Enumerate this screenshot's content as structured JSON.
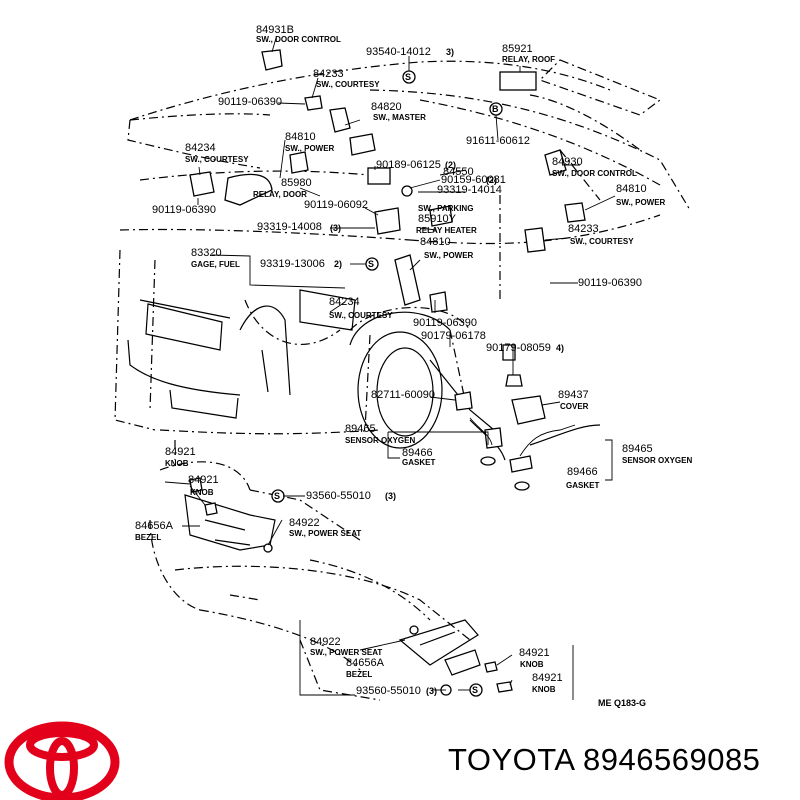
{
  "diagram": {
    "code": "ME  Q183-G",
    "callouts": [
      {
        "part_no": "84931B",
        "name": "SW., DOOR CONTROL"
      },
      {
        "part_no": "93540-14012",
        "ref": "3)"
      },
      {
        "part_no": "85921",
        "name": "RELAY, ROOF"
      },
      {
        "part_no": "84233",
        "name": "SW., COURTESY"
      },
      {
        "part_no": "90119-06390"
      },
      {
        "part_no": "84820",
        "name": "SW., MASTER"
      },
      {
        "part_no": "84234",
        "name": "SW., COURTESY"
      },
      {
        "part_no": "84810",
        "name": "SW., POWER"
      },
      {
        "part_no": "91611-60612"
      },
      {
        "part_no": "90189-06125",
        "ref": "(2)"
      },
      {
        "part_no": "84930",
        "name": "SW., DOOR CONTROL"
      },
      {
        "part_no": "85980",
        "name": "RELAY, DOOR"
      },
      {
        "part_no": "90159-60081",
        "ref": "(2)"
      },
      {
        "part_no": "84550",
        "name": "SW., PARKING"
      },
      {
        "part_no": "93319-14014"
      },
      {
        "part_no": "84810",
        "name": "SW., POWER"
      },
      {
        "part_no": "90119-06390"
      },
      {
        "part_no": "90119-06092"
      },
      {
        "part_no": "85910Y",
        "name": "RELAY HEATER"
      },
      {
        "part_no": "84233",
        "name": "SW., COURTESY"
      },
      {
        "part_no": "93319-14008",
        "ref": "(3)"
      },
      {
        "part_no": "83320",
        "name": "GAGE, FUEL"
      },
      {
        "part_no": "93319-13006",
        "ref": "2)"
      },
      {
        "part_no": "84810",
        "name": "SW., POWER"
      },
      {
        "part_no": "90119-06390"
      },
      {
        "part_no": "84234",
        "name": "SW., COURTESY"
      },
      {
        "part_no": "90119-06390"
      },
      {
        "part_no": "90179-06178"
      },
      {
        "part_no": "90179-08059",
        "ref": "4)"
      },
      {
        "part_no": "82711-60090"
      },
      {
        "part_no": "89437",
        "name": "COVER"
      },
      {
        "part_no": "89465",
        "name": "SENSOR OXYGEN"
      },
      {
        "part_no": "89466",
        "name": "GASKET"
      },
      {
        "part_no": "89465",
        "name": "SENSOR OXYGEN"
      },
      {
        "part_no": "89466",
        "name": "GASKET"
      },
      {
        "part_no": "84921",
        "name": "KNOB"
      },
      {
        "part_no": "84921",
        "name": "KNOB"
      },
      {
        "part_no": "93560-55010",
        "ref": "(3)"
      },
      {
        "part_no": "84656A",
        "name": "BEZEL"
      },
      {
        "part_no": "84922",
        "name": "SW., POWER SEAT"
      },
      {
        "part_no": "84922",
        "name": "SW., POWER SEAT"
      },
      {
        "part_no": "84656A",
        "name": "BEZEL"
      },
      {
        "part_no": "84921",
        "name": "KNOB"
      },
      {
        "part_no": "93560-55010",
        "ref": "(3)"
      },
      {
        "part_no": "84921",
        "name": "KNOB"
      }
    ]
  },
  "footer": {
    "brand": "TOYOTA",
    "part_number": "8946569085",
    "logo": "toyota-emblem",
    "logo_color": "#e3001b"
  }
}
